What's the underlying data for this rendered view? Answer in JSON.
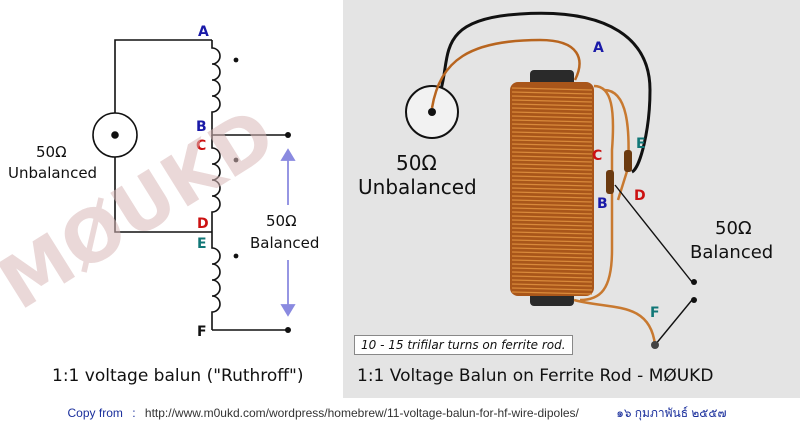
{
  "diagram": {
    "left": {
      "source_impedance": "50Ω",
      "source_label": "Unbalanced",
      "load_impedance": "50Ω",
      "load_label": "Balanced",
      "terminals": [
        "A",
        "B",
        "C",
        "D",
        "E",
        "F"
      ],
      "caption": "1:1 voltage balun (\"Ruthroff\")"
    },
    "right": {
      "source_impedance": "50Ω",
      "source_label": "Unbalanced",
      "load_impedance": "50Ω",
      "load_label": "Balanced",
      "terminals": [
        "A",
        "B",
        "C",
        "D",
        "E",
        "F"
      ],
      "note": "10 - 15 trifilar turns on ferrite rod.",
      "caption": "1:1 Voltage Balun on Ferrite Rod - MØUKD"
    },
    "watermark": "MØUKD"
  },
  "footer": {
    "label": "Copy from",
    "separator": ":",
    "url": "http://www.m0ukd.com/wordpress/homebrew/11-voltage-balun-for-hf-wire-dipoles/",
    "date": "๑๖ กุมภาพันธ์ ๒๕๕๗"
  },
  "colors": {
    "terminal_blue": "#1a1aa8",
    "terminal_red": "#cc1111",
    "terminal_teal": "#117777",
    "arrow": "#8888dd",
    "copper": "#b8651f",
    "watermark": "#d8b8b8"
  }
}
